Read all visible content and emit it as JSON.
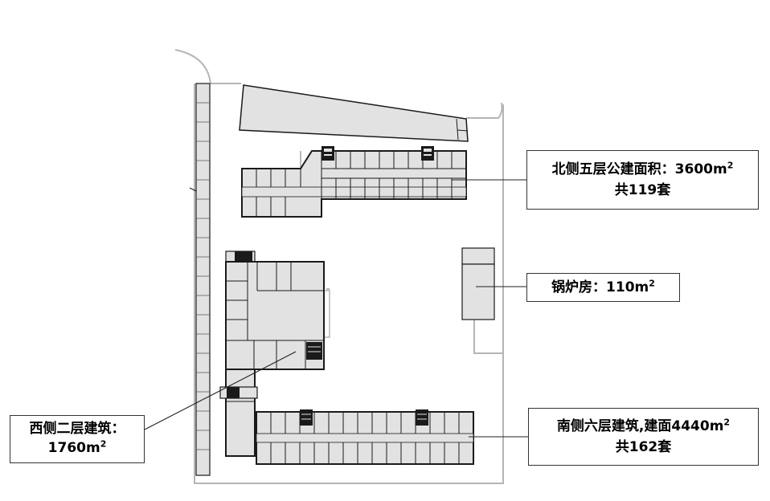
{
  "labels": {
    "north": {
      "line1_text": "北侧五层公建面积：3600m",
      "line1_sup": "2",
      "line2": "共119套"
    },
    "boiler": {
      "line1_text": "锅炉房：110m",
      "line1_sup": "2"
    },
    "south": {
      "line1_text": "南侧六层建筑,建面4440m",
      "line1_sup": "2",
      "line2": "共162套"
    },
    "west": {
      "line1": "西侧二层建筑：",
      "line2_text": "1760m",
      "line2_sup": "2"
    }
  },
  "colors": {
    "building_fill": "#e2e2e2",
    "outline": "#1a1a1a",
    "site_line": "#b5b5b5",
    "leader": "#222222"
  }
}
